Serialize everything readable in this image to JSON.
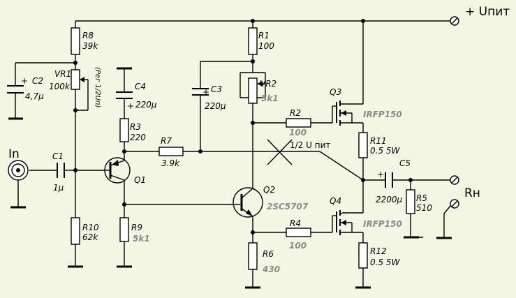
{
  "supply": {
    "label": "+ Uпит"
  },
  "input": {
    "label": "In"
  },
  "load": {
    "label": "Rн"
  },
  "midpoint": {
    "label": "1/2 U пит"
  },
  "components": {
    "R8": {
      "ref": "R8",
      "value": "39k"
    },
    "R1": {
      "ref": "R1",
      "value": "100"
    },
    "C2": {
      "ref": "C2",
      "value": "4,7μ"
    },
    "VR1": {
      "ref": "VR1",
      "value": "100k",
      "note": "(Рег 1/2Uп)"
    },
    "C4": {
      "ref": "C4",
      "value": "220μ"
    },
    "C3": {
      "ref": "C3",
      "value": "220μ"
    },
    "VR2": {
      "ref": "VR2",
      "value": "5k1"
    },
    "Q3": {
      "ref": "Q3",
      "value": "IRFP150"
    },
    "R2": {
      "ref": "R2",
      "value": "100"
    },
    "R3": {
      "ref": "R3",
      "value": "220"
    },
    "R7": {
      "ref": "R7",
      "value": "3.9k"
    },
    "R11": {
      "ref": "R11",
      "value": "0.5 5W"
    },
    "C1": {
      "ref": "C1",
      "value": "1μ"
    },
    "Q1": {
      "ref": "Q1"
    },
    "C5": {
      "ref": "C5",
      "value": "2200μ"
    },
    "R5": {
      "ref": "R5",
      "value": "510"
    },
    "Q2": {
      "ref": "Q2",
      "value": "2SC5707"
    },
    "Q4": {
      "ref": "Q4",
      "value": "IRFP150"
    },
    "R4": {
      "ref": "R4",
      "value": "100"
    },
    "R10": {
      "ref": "R10",
      "value": "62k"
    },
    "R9": {
      "ref": "R9",
      "value": "5k1"
    },
    "R6": {
      "ref": "R6",
      "value": "430"
    },
    "R12": {
      "ref": "R12",
      "value": "0.5 5W"
    }
  }
}
